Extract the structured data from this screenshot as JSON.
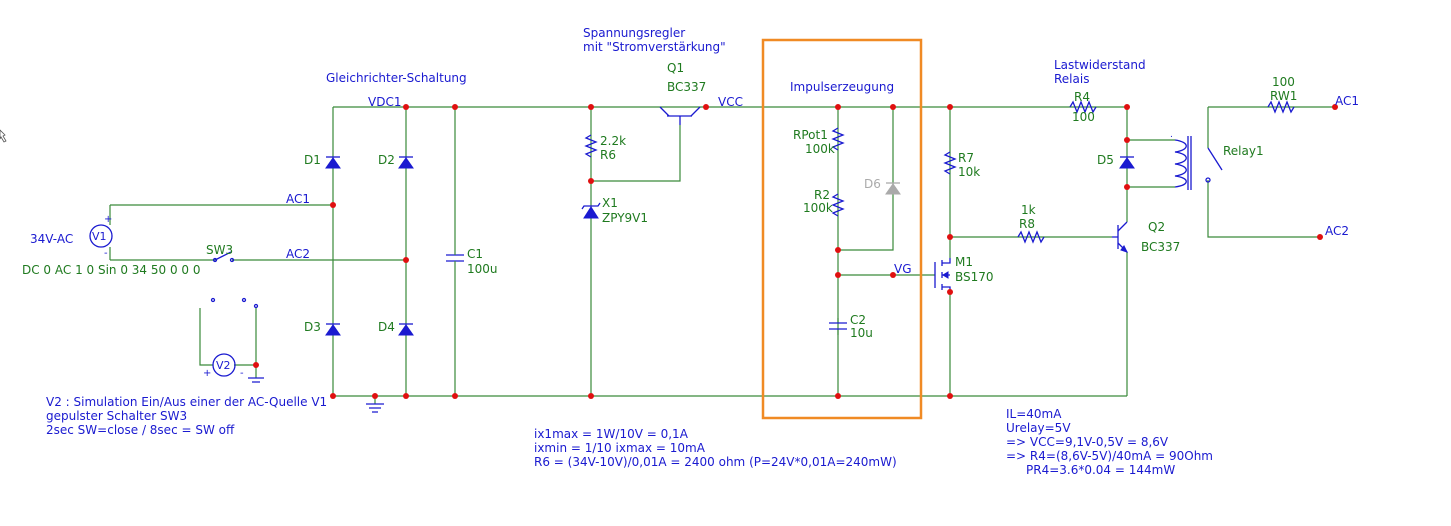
{
  "titles": {
    "rectifier": "Gleichrichter-Schaltung",
    "regulator_l1": "Spannungsregler",
    "regulator_l2": "mit \"Stromverstärkung\"",
    "pulse": "Impulserzeugung",
    "load_l1": "Lastwiderstand",
    "load_l2": "Relais"
  },
  "nets": {
    "vdc1": "VDC1",
    "vcc": "VCC",
    "ac1_left": "AC1",
    "ac2_left": "AC2",
    "vg": "VG",
    "ac1_right": "AC1",
    "ac2_right": "AC2"
  },
  "components": {
    "v1_label": "34V-AC",
    "v1_ref": "V1",
    "v1_params": "DC 0 AC 1 0 Sin 0 34 50 0 0 0",
    "sw3": "SW3",
    "d1": "D1",
    "d2": "D2",
    "d3": "D3",
    "d4": "D4",
    "c1_ref": "C1",
    "c1_val": "100u",
    "v2_ref": "V2",
    "q1_ref": "Q1",
    "q1_val": "BC337",
    "r6_val": "2.2k",
    "r6_ref": "R6",
    "x1_ref": "X1",
    "x1_val": "ZPY9V1",
    "rpot1_ref": "RPot1",
    "rpot1_val": "100k",
    "r2_ref": "R2",
    "r2_val": "100k",
    "d6": "D6",
    "c2_ref": "C2",
    "c2_val": "10u",
    "r7_ref": "R7",
    "r7_val": "10k",
    "m1_ref": "M1",
    "m1_val": "BS170",
    "r8_val": "1k",
    "r8_ref": "R8",
    "r4_ref": "R4",
    "r4_val": "100",
    "d5": "D5",
    "q2_ref": "Q2",
    "q2_val": "BC337",
    "rw1_val": "100",
    "rw1_ref": "RW1",
    "relay_ref": "Relay1"
  },
  "notes": {
    "v2_note": [
      "V2 : Simulation Ein/Aus einer der AC-Quelle V1",
      "gepulster Schalter SW3",
      "2sec SW=close / 8sec = SW off"
    ],
    "calc_note": [
      "ix1max = 1W/10V = 0,1A",
      "ixmin = 1/10 ixmax = 10mA",
      "R6 = (34V-10V)/0,01A = 2400 ohm (P=24V*0,01A=240mW)"
    ],
    "relay_note": [
      "IL=40mA",
      "Urelay=5V",
      "=> VCC=9,1V-0,5V = 8,6V",
      "=> R4=(8,6V-5V)/40mA = 90Ohm",
      "PR4=3.6*0.04 = 144mW"
    ]
  },
  "colors": {
    "wire": "#3a8a3a",
    "component": "#1a1ad0",
    "junction": "#e01010",
    "highlight_box": "#f08a24",
    "disabled": "#aaaaaa"
  }
}
